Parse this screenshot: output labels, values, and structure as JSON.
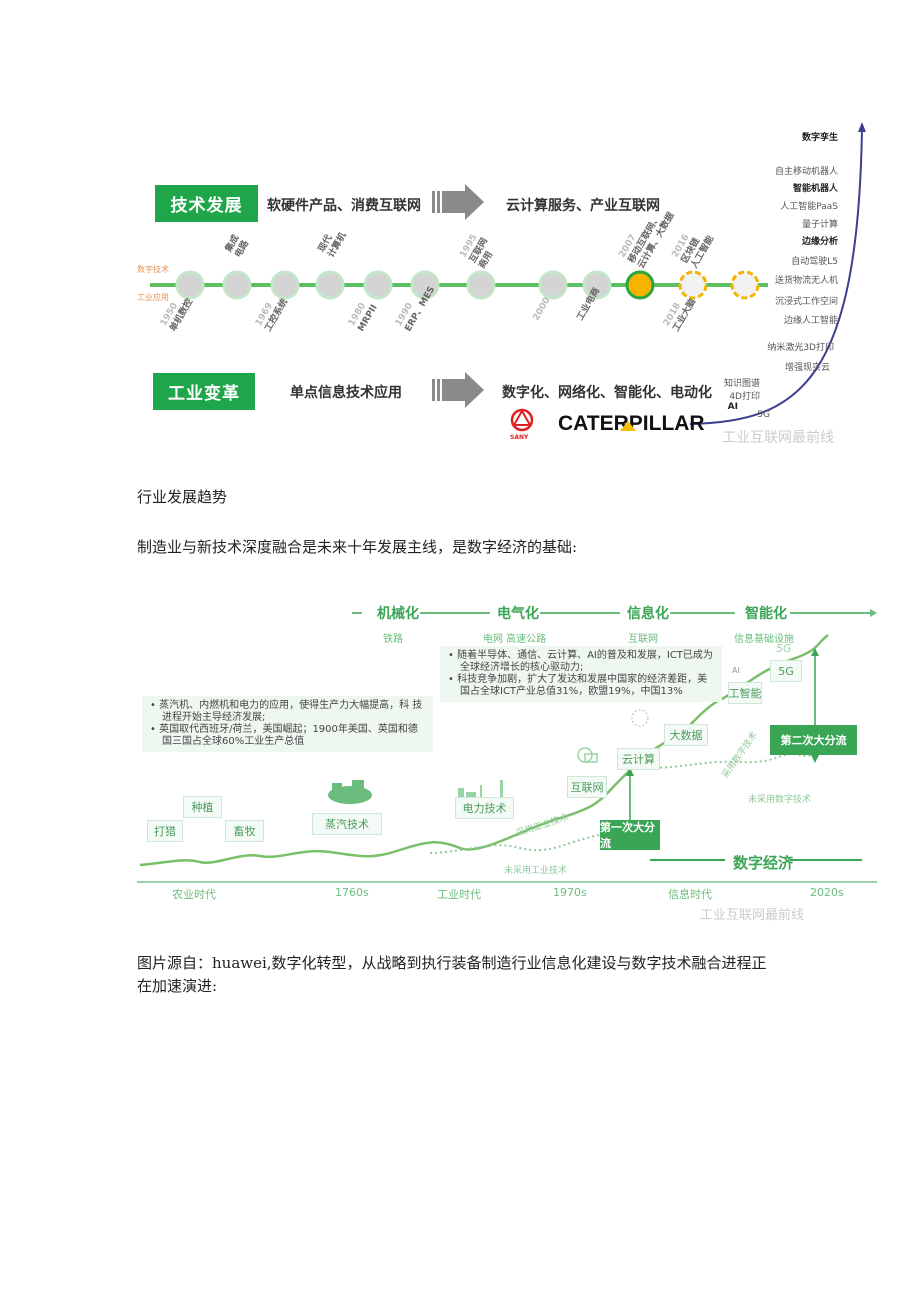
{
  "figure1": {
    "tech_label": "技术发展",
    "tech_before": "软硬件产品、消费互联网",
    "tech_after": "云计算服务、产业互联网",
    "industry_label": "工业变革",
    "industry_before": "单点信息技术应用",
    "industry_after": "数字化、网络化、智能化、电动化",
    "axis_top": "数字技术",
    "axis_bottom": "工业应用",
    "top_milestones": [
      {
        "year": "",
        "text": "集成\n电路"
      },
      {
        "year": "",
        "text": "现代\n计算机"
      },
      {
        "year": "1995",
        "text": "互联网\n商用"
      },
      {
        "year": "2007",
        "text": "移动互联网、\n云计算、大数据"
      },
      {
        "year": "2016",
        "text": "区块链\n人工智能"
      }
    ],
    "bottom_milestones": [
      {
        "year": "1950",
        "text": "单机数控"
      },
      {
        "year": "1969",
        "text": "工控系统"
      },
      {
        "year": "1980",
        "text": "MRPII"
      },
      {
        "year": "1990",
        "text": "ERP、MES"
      },
      {
        "year": "2000",
        "text": ""
      },
      {
        "year": "",
        "text": "工业电商"
      },
      {
        "year": "2018",
        "text": "工业大脑"
      }
    ],
    "curve_labels": [
      {
        "text": "数字孪生",
        "bold": true
      },
      {
        "text": "自主移动机器人",
        "bold": false
      },
      {
        "text": "智能机器人",
        "bold": true
      },
      {
        "text": "人工智能PaaS",
        "bold": false
      },
      {
        "text": "量子计算",
        "bold": false
      },
      {
        "text": "边缘分析",
        "bold": true
      },
      {
        "text": "自动驾驶L5",
        "bold": false
      },
      {
        "text": "送货物流无人机",
        "bold": false
      },
      {
        "text": "沉浸式工作空间",
        "bold": false
      },
      {
        "text": "边缘人工智能",
        "bold": false
      },
      {
        "text": "纳米激光3D打印",
        "bold": false
      },
      {
        "text": "增强现实云",
        "bold": false
      },
      {
        "text": "知识图谱",
        "bold": false
      },
      {
        "text": "4D打印",
        "bold": false
      },
      {
        "text": "AI",
        "bold": true
      },
      {
        "text": "5G",
        "bold": false
      }
    ],
    "logos": [
      "SANY",
      "CATERPILLAR"
    ],
    "watermark": "工业互联网最前线",
    "colors": {
      "green": "#1fa64a",
      "orange": "#f5b400",
      "line": "#5cc060",
      "curve": "#3b3f8f"
    }
  },
  "heading": "行业发展趋势",
  "intro": "制造业与新技术深度融合是未来十年发展主线，是数字经济的基础:",
  "figure2": {
    "eras": [
      {
        "name": "机械化",
        "sub": "铁路"
      },
      {
        "name": "电气化",
        "sub": "电网 高速公路"
      },
      {
        "name": "信息化",
        "sub": "互联网"
      },
      {
        "name": "智能化",
        "sub": "信息基础设施"
      }
    ],
    "note_left": [
      "蒸汽机、内燃机和电力的应用，使得生产力大幅提高，科 技进程开始主导经济发展;",
      "英国取代西班牙/荷兰，美国崛起；1900年美国、英国和德 国三国占全球60%工业生产总值"
    ],
    "note_right": [
      "随着半导体、通信、云计算、AI的普及和发展，ICT已成为全球经济增长的核心驱动力;",
      "科技竞争加剧，扩大了发达和发展中国家的经济差距，美国占全球ICT产业总值31%，欧盟19%，中国13%"
    ],
    "tech_boxes": [
      "打猎",
      "种植",
      "畜牧",
      "蒸汽技术",
      "电力技术",
      "互联网",
      "云计算",
      "大数据",
      "工智能",
      "5G"
    ],
    "icon_5g": "5G",
    "icon_ai": "AI",
    "divergence_1": "第一次大分流",
    "divergence_2": "第二次大分流",
    "adopt_industrial": "采用工业技术",
    "not_adopt_industrial": "未采用工业技术",
    "adopt_digital": "采用数字技术",
    "not_adopt_digital": "未采用数字技术",
    "digital_economy": "数字经济",
    "axis": [
      "农业时代",
      "1760s",
      "工业时代",
      "1970s",
      "信息时代",
      "2020s"
    ],
    "watermark": "工业互联网最前线"
  },
  "caption_line1": "图片源自：huawei,数字化转型，从战略到执行装备制造行业信息化建设与数字技术融合进程正",
  "caption_line2": "在加速演进:"
}
